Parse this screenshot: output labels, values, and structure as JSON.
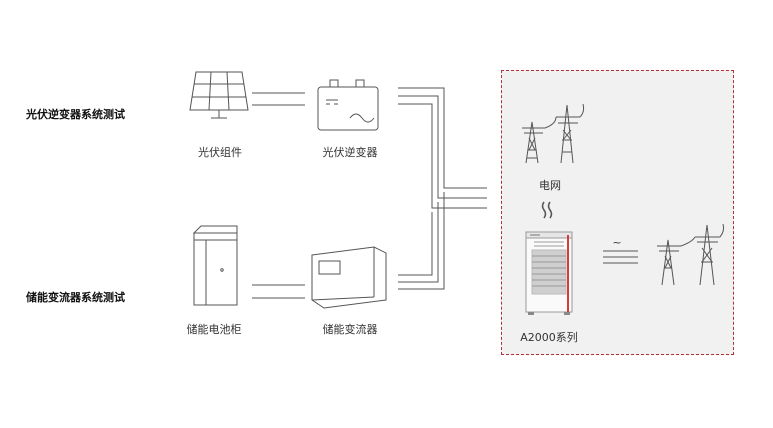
{
  "rows": {
    "pv_test": "光伏逆变器系统测试",
    "storage_test": "储能变流器系统测试"
  },
  "devices": {
    "pv_module": "光伏组件",
    "pv_inverter": "光伏逆变器",
    "battery_cabinet": "储能电池柜",
    "pcs": "储能变流器",
    "grid": "电网",
    "product": "A2000系列"
  },
  "symbols": {
    "ac": "~"
  },
  "colors": {
    "box_border": "#b0303a",
    "box_fill": "#f1f1f1",
    "line": "#555555",
    "product_stripe": "#d93a3a"
  }
}
